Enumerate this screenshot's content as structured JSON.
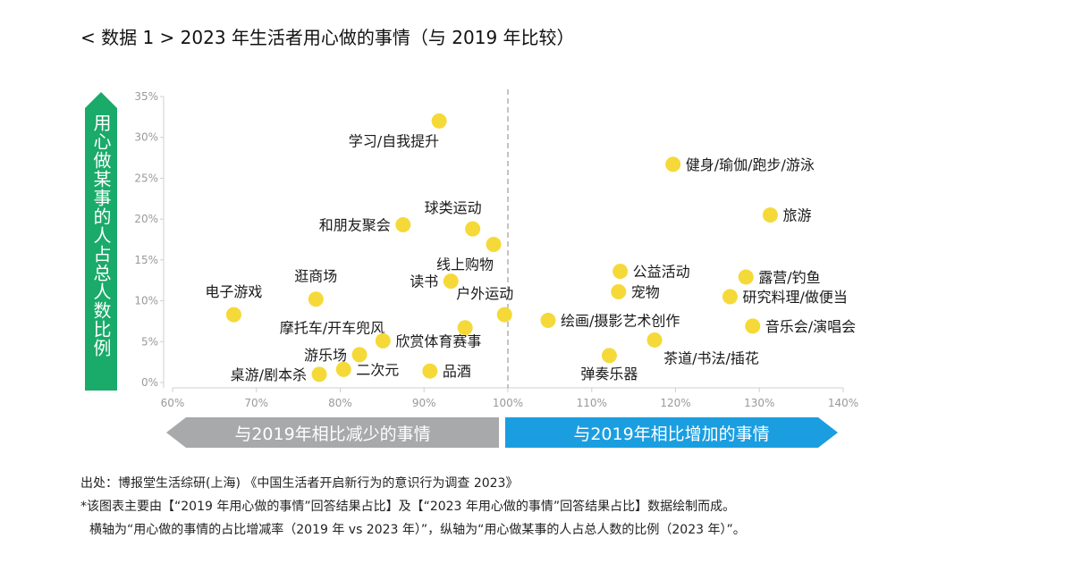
{
  "title": "< 数据 1 > 2023 年生活者用心做的事情（与 2019 年比较）",
  "y_axis_label": "用心做某事的人占总人数比例",
  "arrows": {
    "left": "与2019年相比减少的事情",
    "right": "与2019年相比增加的事情"
  },
  "footnotes": [
    "出处：博报堂生活综研(上海) 《中国生活者开启新行为的意识行为调查 2023》",
    "*该图表主要由【“2019 年用心做的事情”回答结果占比】及【“2023 年用心做的事情”回答结果占比】数据绘制而成。",
    "横轴为“用心做的事情的占比增减率（2019 年 vs 2023 年）”，纵轴为“用心做某事的人占总人数的比例（2023 年）”。"
  ],
  "colors": {
    "dot": "#f5d938",
    "ylabel_bg": "#1aaa6a",
    "arrow_left": "#a7a9ab",
    "arrow_right": "#1b9ee0",
    "tick_text": "#9a9a9a",
    "reference_line": "#8a8a8a"
  },
  "chart_data": {
    "type": "scatter",
    "title": "< 数据 1 > 2023 年生活者用心做的事情（与 2019 年比较）",
    "xlabel": "",
    "ylabel": "用心做某事的人占总人数比例",
    "xlim": [
      60,
      140
    ],
    "ylim": [
      0,
      35
    ],
    "x_ticks": [
      60,
      70,
      80,
      90,
      100,
      110,
      120,
      130,
      140
    ],
    "y_ticks": [
      0,
      5,
      10,
      15,
      20,
      25,
      30,
      35
    ],
    "x_tick_labels": [
      "60%",
      "70%",
      "80%",
      "90%",
      "100%",
      "110%",
      "120%",
      "130%",
      "140%"
    ],
    "y_tick_labels": [
      "0%",
      "5%",
      "10%",
      "15%",
      "20%",
      "25%",
      "30%",
      "35%"
    ],
    "reference_line_x": 100,
    "grid": false,
    "points": [
      {
        "label": "学习/自我提升",
        "x": 91.8,
        "y": 32.0,
        "label_pos": "below-left"
      },
      {
        "label": "健身/瑜伽/跑步/游泳",
        "x": 119.7,
        "y": 26.7,
        "label_pos": "right"
      },
      {
        "label": "旅游",
        "x": 131.3,
        "y": 20.5,
        "label_pos": "right"
      },
      {
        "label": "和朋友聚会",
        "x": 87.5,
        "y": 19.3,
        "label_pos": "left"
      },
      {
        "label": "球类运动",
        "x": 95.8,
        "y": 18.8,
        "label_pos": "above-left"
      },
      {
        "label": "线上购物",
        "x": 98.3,
        "y": 16.9,
        "label_pos": "below-left"
      },
      {
        "label": "公益活动",
        "x": 113.4,
        "y": 13.6,
        "label_pos": "right"
      },
      {
        "label": "露营/钓鱼",
        "x": 128.4,
        "y": 12.9,
        "label_pos": "right"
      },
      {
        "label": "读书",
        "x": 93.2,
        "y": 12.4,
        "label_pos": "left"
      },
      {
        "label": "宠物",
        "x": 113.2,
        "y": 11.1,
        "label_pos": "right"
      },
      {
        "label": "研究料理/做便当",
        "x": 126.5,
        "y": 10.5,
        "label_pos": "right"
      },
      {
        "label": "逛商场",
        "x": 77.1,
        "y": 10.2,
        "label_pos": "above"
      },
      {
        "label": "户外运动",
        "x": 99.6,
        "y": 8.3,
        "label_pos": "above-left"
      },
      {
        "label": "电子游戏",
        "x": 67.3,
        "y": 8.3,
        "label_pos": "above"
      },
      {
        "label": "绘画/摄影艺术创作",
        "x": 104.8,
        "y": 7.6,
        "label_pos": "right"
      },
      {
        "label": "音乐会/演唱会",
        "x": 129.2,
        "y": 6.9,
        "label_pos": "right"
      },
      {
        "label": "摩托车/开车兜风",
        "x": 94.9,
        "y": 6.7,
        "label_pos": "far-left"
      },
      {
        "label": "欣赏体育赛事",
        "x": 85.1,
        "y": 5.1,
        "label_pos": "right"
      },
      {
        "label": "茶道/书法/插花",
        "x": 117.5,
        "y": 5.2,
        "label_pos": "below-right"
      },
      {
        "label": "游乐场",
        "x": 82.3,
        "y": 3.4,
        "label_pos": "left"
      },
      {
        "label": "弹奏乐器",
        "x": 112.1,
        "y": 3.3,
        "label_pos": "below"
      },
      {
        "label": "二次元",
        "x": 80.4,
        "y": 1.6,
        "label_pos": "right"
      },
      {
        "label": "品酒",
        "x": 90.7,
        "y": 1.4,
        "label_pos": "right"
      },
      {
        "label": "桌游/剧本杀",
        "x": 77.5,
        "y": 1.0,
        "label_pos": "left"
      }
    ]
  }
}
